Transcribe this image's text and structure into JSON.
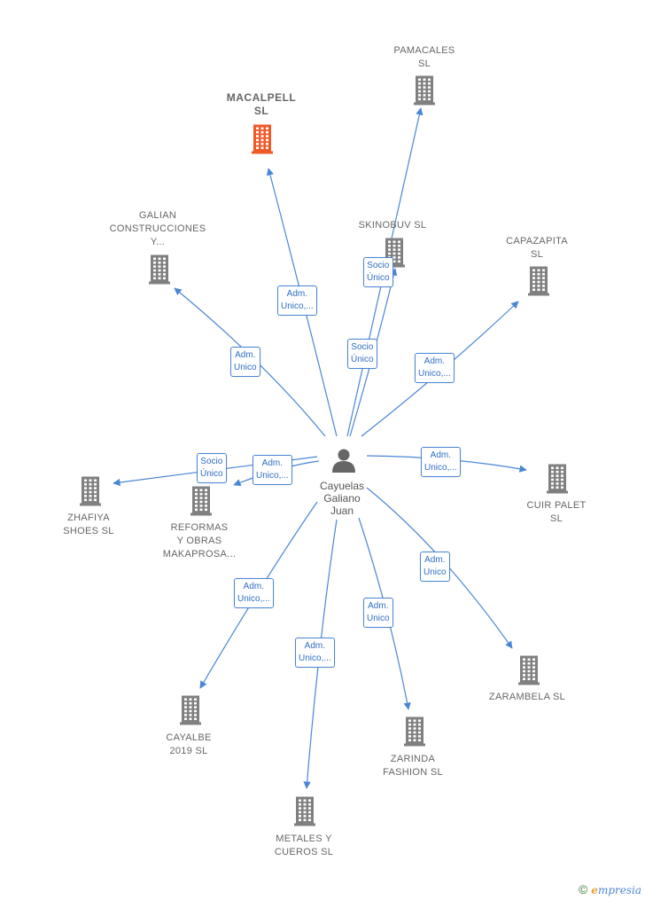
{
  "colors": {
    "edge": "#4a86d6",
    "building": "#808080",
    "building_highlight": "#f05a28",
    "person": "#666666"
  },
  "person": {
    "name_lines": [
      "Cayuelas",
      "Galiano",
      "Juan"
    ],
    "icon": "person-icon"
  },
  "companies": [
    {
      "id": "pamacales",
      "lines": [
        "PAMACALES",
        "SL"
      ],
      "highlight": false
    },
    {
      "id": "macalpell",
      "lines": [
        "MACALPELL",
        "SL"
      ],
      "highlight": true
    },
    {
      "id": "skinobuv",
      "lines": [
        "SKINOBUV  SL"
      ],
      "highlight": false
    },
    {
      "id": "galian",
      "lines": [
        "GALIAN",
        "CONSTRUCCIONES",
        "Y..."
      ],
      "highlight": false
    },
    {
      "id": "capazapita",
      "lines": [
        "CAPAZAPITA",
        "SL"
      ],
      "highlight": false
    },
    {
      "id": "zhafiya",
      "lines": [
        "ZHAFIYA",
        "SHOES SL"
      ],
      "highlight": false
    },
    {
      "id": "reformas",
      "lines": [
        "REFORMAS",
        "Y OBRAS",
        "MAKAPROSA..."
      ],
      "highlight": false
    },
    {
      "id": "cuir",
      "lines": [
        "CUIR PALET",
        "SL"
      ],
      "highlight": false
    },
    {
      "id": "zarambela",
      "lines": [
        "ZARAMBELA SL"
      ],
      "highlight": false
    },
    {
      "id": "cayalbe",
      "lines": [
        "CAYALBE",
        "2019  SL"
      ],
      "highlight": false
    },
    {
      "id": "zarinda",
      "lines": [
        "ZARINDA",
        "FASHION SL"
      ],
      "highlight": false
    },
    {
      "id": "metales",
      "lines": [
        "METALES Y",
        "CUEROS  SL"
      ],
      "highlight": false
    }
  ],
  "edges": [
    {
      "to": "pamacales",
      "lines": [
        "Socio",
        "Único"
      ]
    },
    {
      "to": "macalpell",
      "lines": [
        "Adm.",
        "Unico,..."
      ]
    },
    {
      "to": "skinobuv",
      "lines": [
        "Socio",
        "Único"
      ]
    },
    {
      "to": "galian",
      "lines": [
        "Adm.",
        "Unico"
      ]
    },
    {
      "to": "capazapita",
      "lines": [
        "Adm.",
        "Unico,..."
      ]
    },
    {
      "to": "zhafiya",
      "lines": [
        "Socio",
        "Único"
      ]
    },
    {
      "to": "reformas",
      "lines": [
        "Adm.",
        "Unico,..."
      ]
    },
    {
      "to": "cuir",
      "lines": [
        "Adm.",
        "Unico,..."
      ]
    },
    {
      "to": "zarambela",
      "lines": [
        "Adm.",
        "Unico"
      ]
    },
    {
      "to": "cayalbe",
      "lines": [
        "Adm.",
        "Unico,..."
      ]
    },
    {
      "to": "zarinda",
      "lines": [
        "Adm.",
        "Unico"
      ]
    },
    {
      "to": "metales",
      "lines": [
        "Adm.",
        "Unico,..."
      ]
    }
  ],
  "footer": {
    "copyright": "©",
    "brand_initial": "e",
    "brand_rest": "mpresia"
  }
}
